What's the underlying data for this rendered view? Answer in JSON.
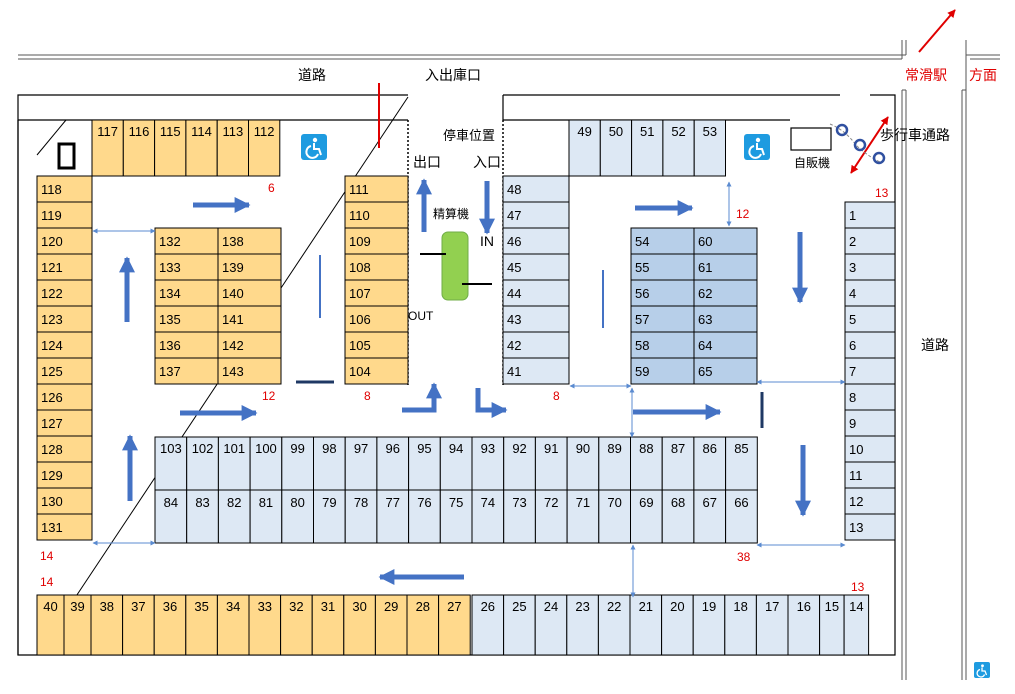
{
  "labels": {
    "road_top": "道路",
    "entrance_exit": "入出庫口",
    "station_direction_1": "常滑駅",
    "station_direction_2": "方面",
    "stop_position": "停車位置",
    "exit": "出口",
    "entrance": "入口",
    "payment_machine": "精算機",
    "in": "IN",
    "out": "OUT",
    "vending_machine": "自販機",
    "pedestrian_path": "歩行車通路",
    "road_right": "道路"
  },
  "red_numbers": {
    "n6": "6",
    "n12a": "12",
    "n8a": "8",
    "n8b": "8",
    "n12b": "12",
    "n13a": "13",
    "n14a": "14",
    "n14b": "14",
    "n38": "38",
    "n13b": "13"
  },
  "accessible_icon": "accessible-icon",
  "colors": {
    "yellow_space": "#FFD98C",
    "blue_space": "#DDE8F4",
    "blue_dark_space": "#B7CFE9",
    "arrow": "#4472C4",
    "red": "#E00000",
    "payment": "#92D050"
  },
  "spaces": {
    "top_left_row": [
      "117",
      "116",
      "115",
      "114",
      "113",
      "112"
    ],
    "left_column": [
      "118",
      "119",
      "120",
      "121",
      "122",
      "123",
      "124",
      "125",
      "126",
      "127",
      "128",
      "129",
      "130",
      "131"
    ],
    "island_a_left": [
      "132",
      "133",
      "134",
      "135",
      "136",
      "137"
    ],
    "island_a_right": [
      "138",
      "139",
      "140",
      "141",
      "142",
      "143"
    ],
    "center_left_column": [
      "111",
      "110",
      "109",
      "108",
      "107",
      "106",
      "105",
      "104"
    ],
    "center_right_column": [
      "48",
      "47",
      "46",
      "45",
      "44",
      "43",
      "42",
      "41"
    ],
    "top_right_row": [
      "49",
      "50",
      "51",
      "52",
      "53"
    ],
    "island_b_left": [
      "54",
      "55",
      "56",
      "57",
      "58",
      "59"
    ],
    "island_b_right": [
      "60",
      "61",
      "62",
      "63",
      "64",
      "65"
    ],
    "right_column": [
      "1",
      "2",
      "3",
      "4",
      "5",
      "6",
      "7",
      "8",
      "9",
      "10",
      "11",
      "12",
      "13"
    ],
    "middle_top_row": [
      "103",
      "102",
      "101",
      "100",
      "99",
      "98",
      "97",
      "96",
      "95",
      "94",
      "93",
      "92",
      "91",
      "90",
      "89",
      "88",
      "87",
      "86",
      "85"
    ],
    "middle_bottom_row": [
      "84",
      "83",
      "82",
      "81",
      "80",
      "79",
      "78",
      "77",
      "76",
      "75",
      "74",
      "73",
      "72",
      "71",
      "70",
      "69",
      "68",
      "67",
      "66"
    ],
    "bottom_row_yellow": [
      "40",
      "39",
      "38",
      "37",
      "36",
      "35",
      "34",
      "33",
      "32",
      "31",
      "30",
      "29",
      "28",
      "27"
    ],
    "bottom_row_blue": [
      "26",
      "25",
      "24",
      "23",
      "22",
      "21",
      "20",
      "19",
      "18",
      "17",
      "16",
      "15",
      "14"
    ]
  }
}
